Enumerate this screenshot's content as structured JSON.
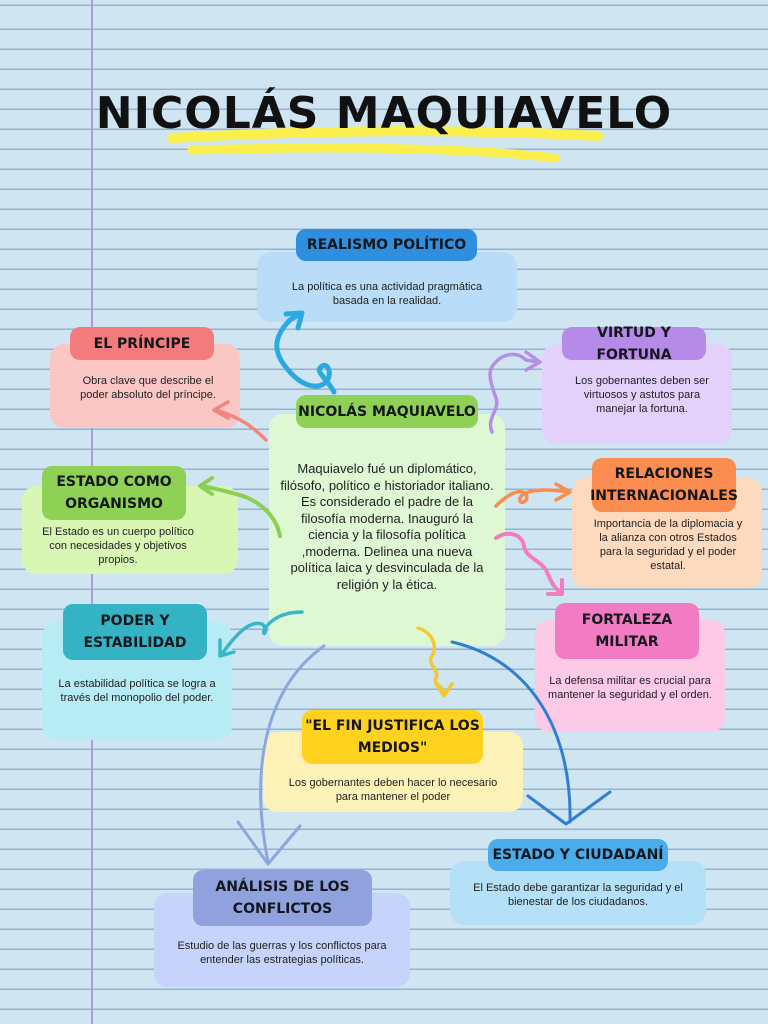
{
  "title": "NICOLÁS MAQUIAVELO",
  "center": {
    "label": "NICOLÁS MAQUIAVELO",
    "text": "Maquiavelo fué un diplomático, filósofo, político e historiador italiano. Es considerado el padre de la filosofía moderna. Inauguró la ciencia y la filosofía política ,moderna. Delinea una nueva política laica y desvinculada de la religión y la ética."
  },
  "nodes": {
    "realismo": {
      "label": "REALISMO POLÍTICO",
      "text": "La política es una actividad pragmática basada en la realidad."
    },
    "principe": {
      "label": "EL PRÍNCIPE",
      "text": "Obra clave que describe el poder absoluto del príncipe."
    },
    "virtud": {
      "label": "VIRTUD Y FORTUNA",
      "text": "Los gobernantes deben ser virtuosos y astutos para manejar la fortuna."
    },
    "estado_organismo": {
      "label": "ESTADO COMO ORGANISMO",
      "text": "El Estado es un cuerpo político con necesidades y objetivos propios."
    },
    "relaciones": {
      "label": "RELACIONES INTERNACIONALES",
      "text": "Importancia de la diplomacia y la alianza con otros Estados para la seguridad y el poder estatal."
    },
    "poder": {
      "label": "PODER Y ESTABILIDAD",
      "text": "La estabilidad política se logra a través del monopolio del poder."
    },
    "fortaleza": {
      "label": "FORTALEZA MILITAR",
      "text": "La defensa militar es crucial para mantener la seguridad y el orden."
    },
    "fin": {
      "label": "\"EL FIN JUSTIFICA LOS MEDIOS\"",
      "text": "Los gobernantes deben hacer lo necesario para mantener el poder"
    },
    "ciudadani": {
      "label": "ESTADO Y CIUDADANÍ",
      "text": "El Estado debe garantizar la seguridad y el bienestar de los ciudadanos."
    },
    "analisis": {
      "label": "ANÁLISIS DE LOS CONFLICTOS",
      "text": "Estudio de las guerras y los conflictos para entender las estrategias políticas."
    }
  },
  "colors": {
    "realismo": {
      "card": "#b9ddf8",
      "pill": "#2f8fde"
    },
    "principe": {
      "card": "#fbc7c5",
      "pill": "#f47b7b"
    },
    "virtud": {
      "card": "#e3d1fb",
      "pill": "#b58ae8"
    },
    "estado_organismo": {
      "card": "#d9f7b4",
      "pill": "#8fd154"
    },
    "center": {
      "card": "#def8d4",
      "pill": "#8fd154"
    },
    "relaciones": {
      "card": "#fdd9bd",
      "pill": "#fb8d50"
    },
    "poder": {
      "card": "#b8ecf4",
      "pill": "#33b3c4"
    },
    "fortaleza": {
      "card": "#fcc9e6",
      "pill": "#f27cc3"
    },
    "fin": {
      "card": "#fcf2b8",
      "pill": "#ffd21f"
    },
    "ciudadani": {
      "card": "#b4e0f8",
      "pill": "#4bacec"
    },
    "analisis": {
      "card": "#c6d3fa",
      "pill": "#8fa2de"
    }
  },
  "arrow_colors": {
    "realismo": "#2ba9e0",
    "principe": "#f4857d",
    "virtud": "#b78de8",
    "estado_organismo": "#8ccf55",
    "relaciones": "#fb8d4a",
    "poder": "#3bb6c8",
    "fortaleza": "#f27cc0",
    "fin": "#f3c931",
    "ciudadani": "#2f7fd0",
    "analisis": "#8ca6df"
  }
}
